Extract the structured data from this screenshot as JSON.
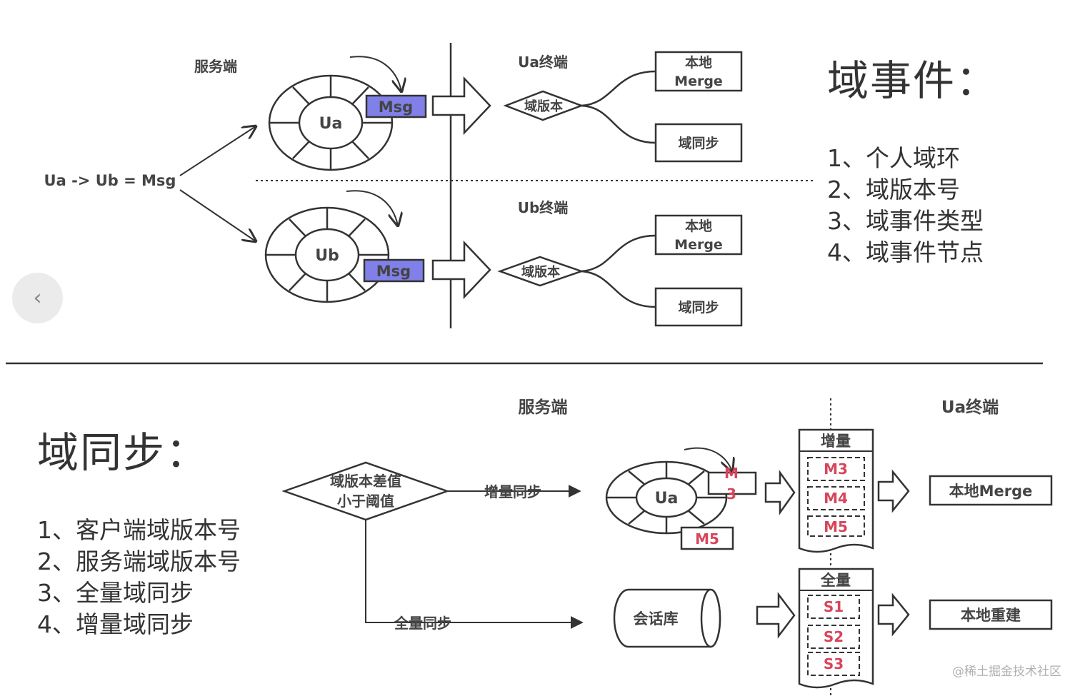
{
  "top": {
    "server_label": "服务端",
    "formula": "Ua -> Ub = Msg",
    "ring_a_label": "Ua",
    "ring_b_label": "Ub",
    "msg_label": "Msg",
    "ua_terminal": "Ua终端",
    "ub_terminal": "Ub终端",
    "diamond_label": "域版本",
    "merge_line1": "本地",
    "merge_line2": "Merge",
    "sync_label": "域同步",
    "heading": "域事件：",
    "list": [
      "1、个人域环",
      "2、域版本号",
      "3、域事件类型",
      "4、域事件节点"
    ]
  },
  "bottom": {
    "heading": "域同步：",
    "list": [
      "1、客户端域版本号",
      "2、服务端域版本号",
      "3、全量域同步",
      "4、增量域同步"
    ],
    "server_label": "服务端",
    "ua_terminal": "Ua终端",
    "diamond_line1": "域版本差值",
    "diamond_line2": "小于阈值",
    "incremental_label": "增量同步",
    "full_label": "全量同步",
    "ring_label": "Ua",
    "m3_line1": "M",
    "m3_line2": "3",
    "m5_label": "M5",
    "db_label": "会话库",
    "incr_doc_title": "增量",
    "incr_items": [
      "M3",
      "M4",
      "M5"
    ],
    "full_doc_title": "全量",
    "full_items": [
      "S1",
      "S2",
      "S3"
    ],
    "local_merge": "本地Merge",
    "local_rebuild": "本地重建"
  },
  "nav": {
    "back_glyph": "‹"
  },
  "watermark": "@稀土掘金技术社区",
  "colors": {
    "msg_fill": "#8080e8",
    "item_red": "#d8455a",
    "stroke": "#333333"
  }
}
